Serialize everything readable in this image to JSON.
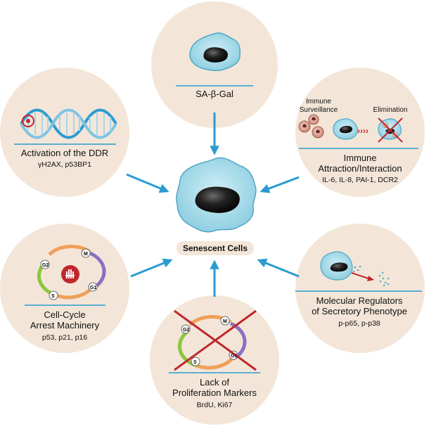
{
  "center": {
    "label": "Senescent Cells"
  },
  "nodes": {
    "sagal": {
      "title": "SA-β-Gal"
    },
    "ddr": {
      "title": "Activation of the DDR",
      "markers": "γH2AX, p53BP1"
    },
    "immune": {
      "title_line1": "Immune",
      "title_line2": "Attraction/Interaction",
      "markers": "IL-6, IL-8, PAI-1, DCR2",
      "surveillance_line1": "Immune",
      "surveillance_line2": "Surveillance",
      "elimination": "Elimination"
    },
    "cellcycle": {
      "title_line1": "Cell-Cycle",
      "title_line2": "Arrest Machinery",
      "markers": "p53, p21, p16"
    },
    "secretory": {
      "title_line1": "Molecular Regulators",
      "title_line2": "of Secretory Phenotype",
      "markers": "p-p65, p-p38"
    },
    "prolif": {
      "title_line1": "Lack of",
      "title_line2": "Proliferation Markers",
      "markers": "BrdU, Ki67"
    }
  },
  "cycle_labels": {
    "g2": "G2",
    "m": "M",
    "g1": "G1",
    "s": "S"
  },
  "colors": {
    "circle_fill": "#f3e6d8",
    "arrow": "#2b9bd1",
    "cell_fill": "#a6dbe9",
    "cell_stroke": "#4fa7c6",
    "nucleus": "#1b1b1b",
    "red_x": "#c0272d"
  }
}
